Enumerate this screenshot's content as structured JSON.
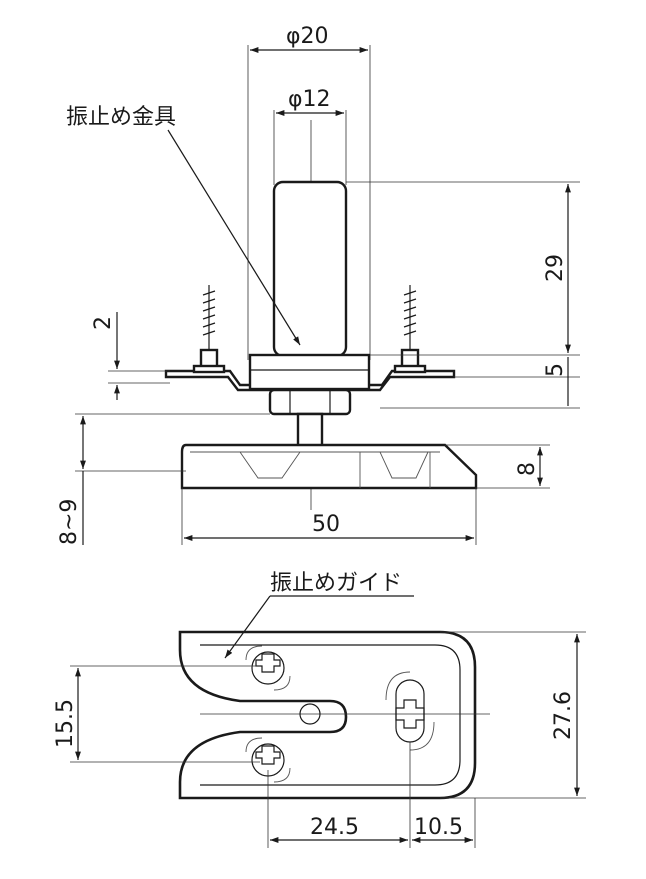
{
  "top_view": {
    "label_mount": "振止め金具",
    "dim_outer_dia": "φ20",
    "dim_inner_dia": "φ12",
    "dim_height": "29",
    "dim_flange": "5",
    "dim_plate": "2",
    "dim_guide_height": "8",
    "dim_gap": "8~9",
    "dim_width": "50"
  },
  "bottom_view": {
    "label_guide": "振止めガイド",
    "dim_hole_pitch": "15.5",
    "dim_depth": "27.6",
    "dim_hole_offset": "24.5",
    "dim_edge_offset": "10.5"
  }
}
